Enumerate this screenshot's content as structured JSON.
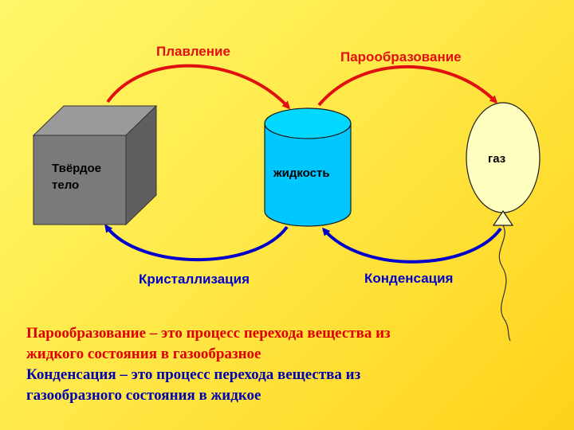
{
  "colors": {
    "top_arrows": "#e01010",
    "bottom_arrows": "#0000cc",
    "cube_front": "#7a7a7a",
    "cube_top": "#9a9a9a",
    "cube_side": "#5f5f5f",
    "cylinder": "#00c8ff",
    "balloon": "#ffffc0"
  },
  "diagram": {
    "solid_label_line1": "Твёрдое",
    "solid_label_line2": "тело",
    "liquid_label": "жидкость",
    "gas_label": "газ",
    "arrows": {
      "melting": "Плавление",
      "vaporization": "Парообразование",
      "crystallization": "Кристаллизация",
      "condensation": "Конденсация"
    }
  },
  "definitions": {
    "line1": "Парообразование  – это процесс перехода вещества из",
    "line2": "жидкого состояния в газообразное",
    "line3": "Конденсация – это процесс перехода вещества из",
    "line4": "газообразного состояния в жидкое"
  }
}
